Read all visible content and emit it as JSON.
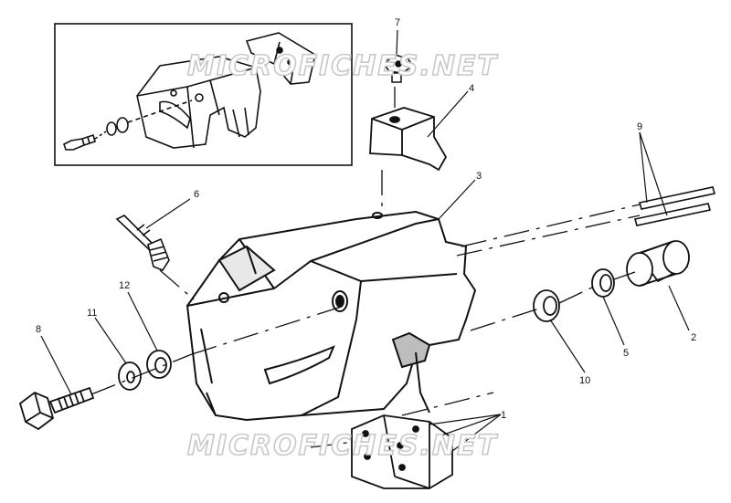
{
  "watermark": "MICROFICHES.NET",
  "callouts": [
    {
      "id": "1",
      "text": "1"
    },
    {
      "id": "2",
      "text": "2"
    },
    {
      "id": "3",
      "text": "3"
    },
    {
      "id": "4",
      "text": "4"
    },
    {
      "id": "5",
      "text": "5"
    },
    {
      "id": "6",
      "text": "6"
    },
    {
      "id": "7",
      "text": "7"
    },
    {
      "id": "8",
      "text": "8"
    },
    {
      "id": "9",
      "text": "9"
    },
    {
      "id": "10",
      "text": "10"
    },
    {
      "id": "11",
      "text": "11"
    },
    {
      "id": "12",
      "text": "12"
    }
  ],
  "colors": {
    "line": "#111111",
    "paper": "#ffffff",
    "shade": "#d0d0d0"
  }
}
